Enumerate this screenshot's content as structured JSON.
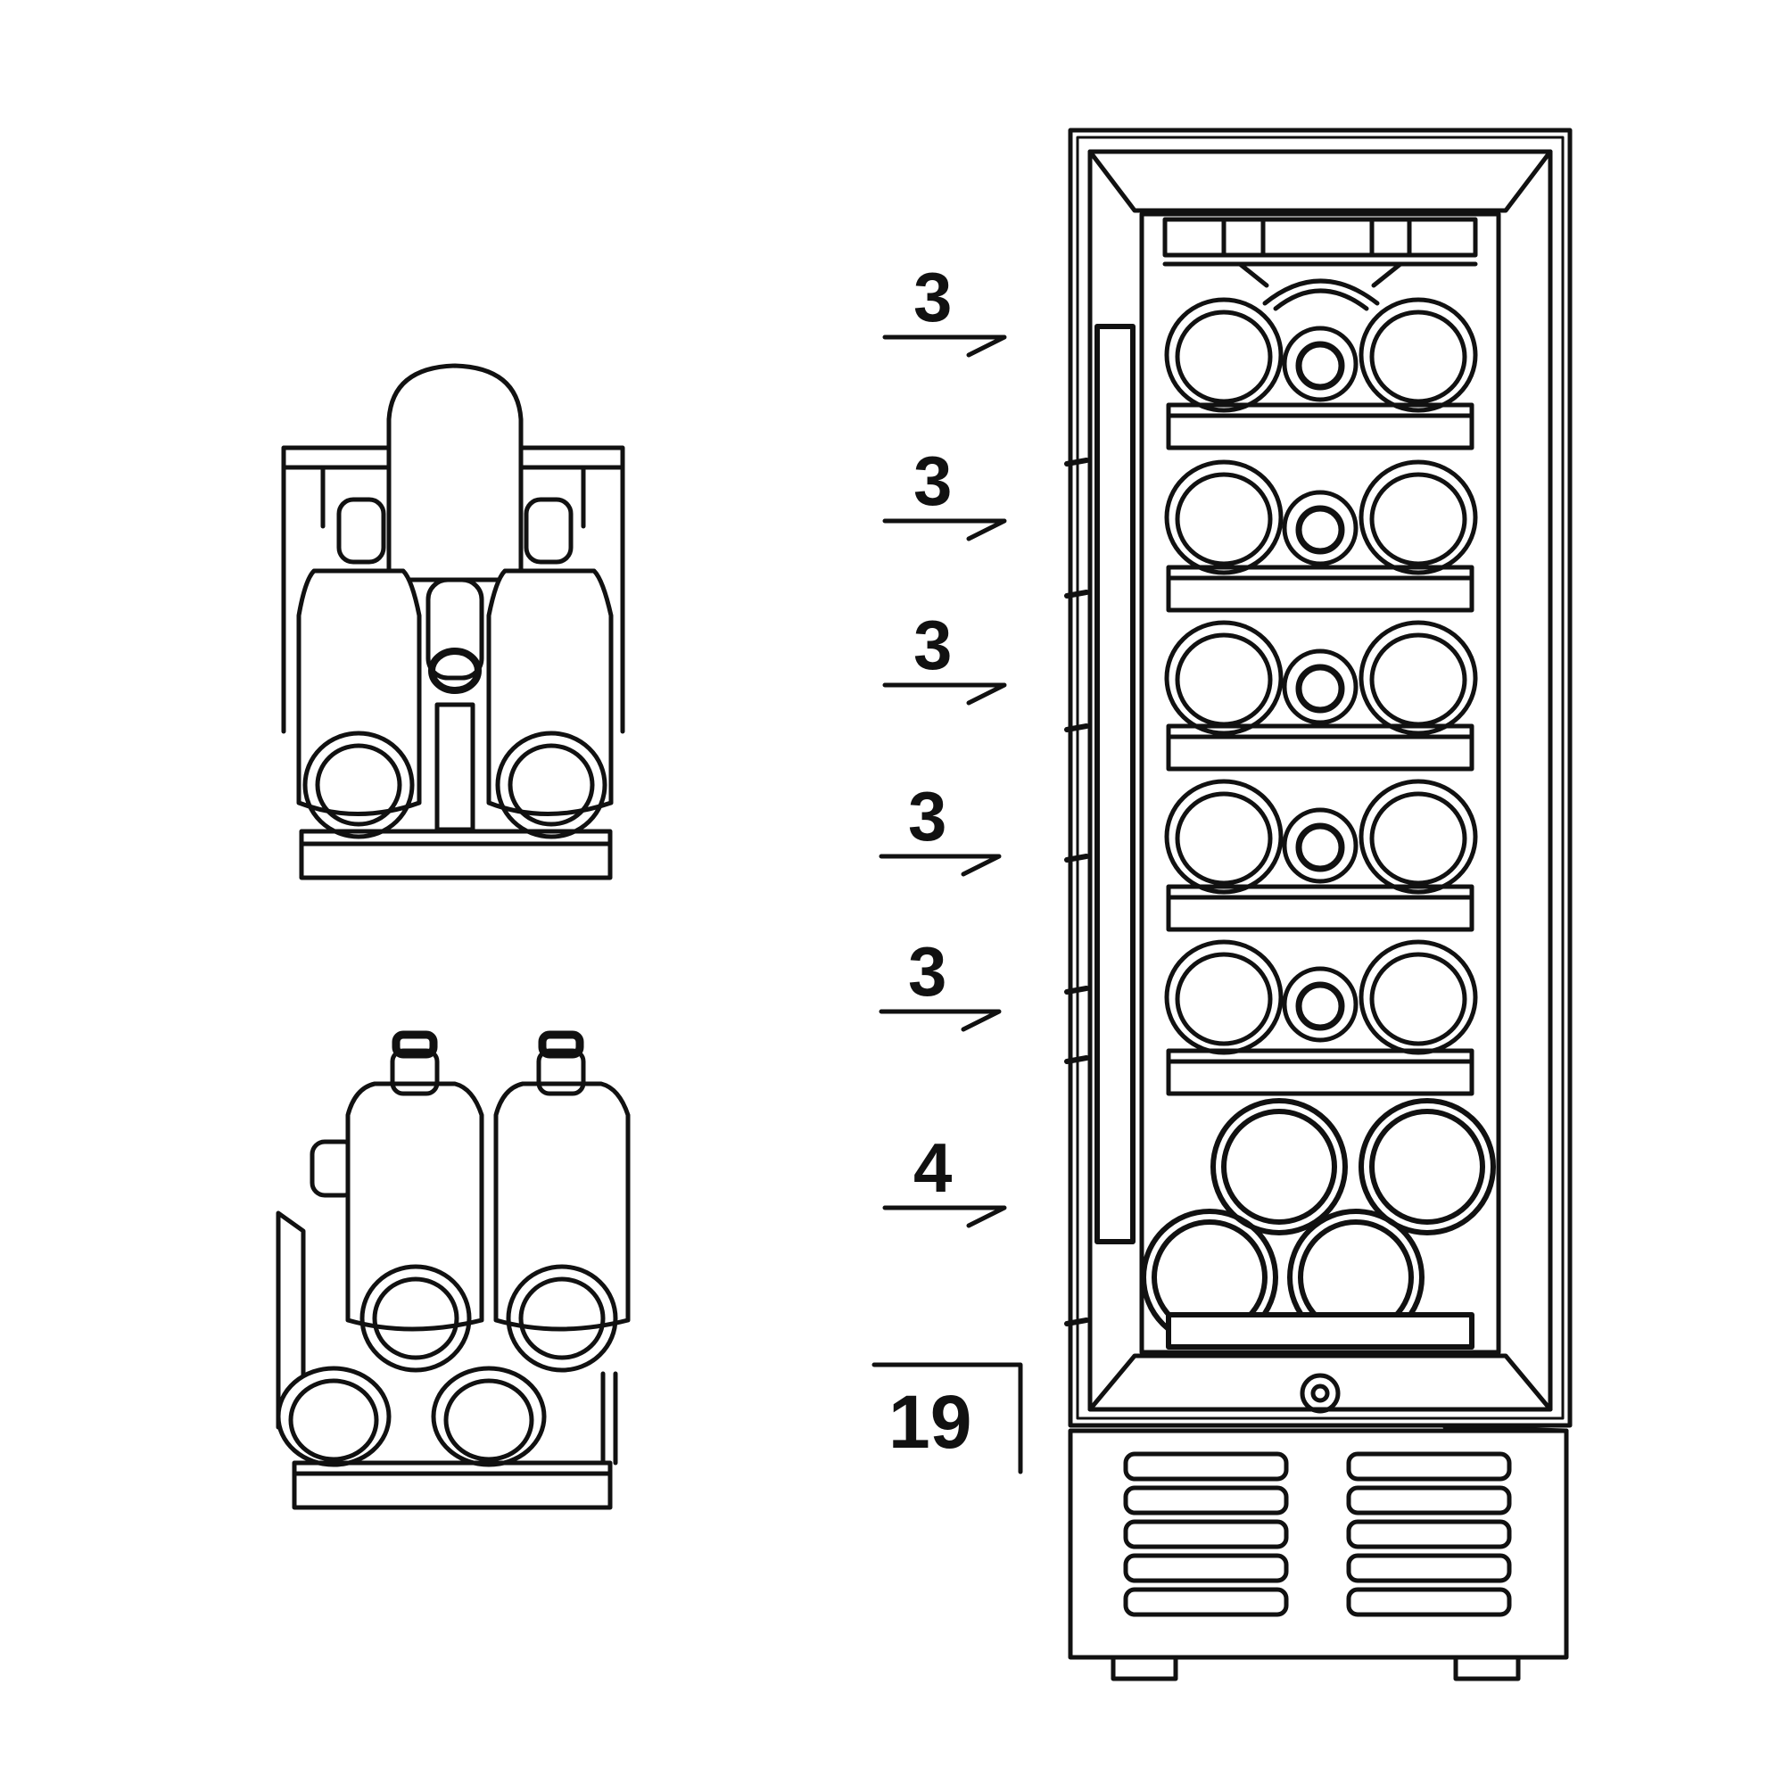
{
  "diagram": {
    "shelf_labels": [
      "3",
      "3",
      "3",
      "3",
      "3",
      "4"
    ],
    "total_label": "19",
    "line_color": "#111111",
    "background": "#ffffff"
  }
}
